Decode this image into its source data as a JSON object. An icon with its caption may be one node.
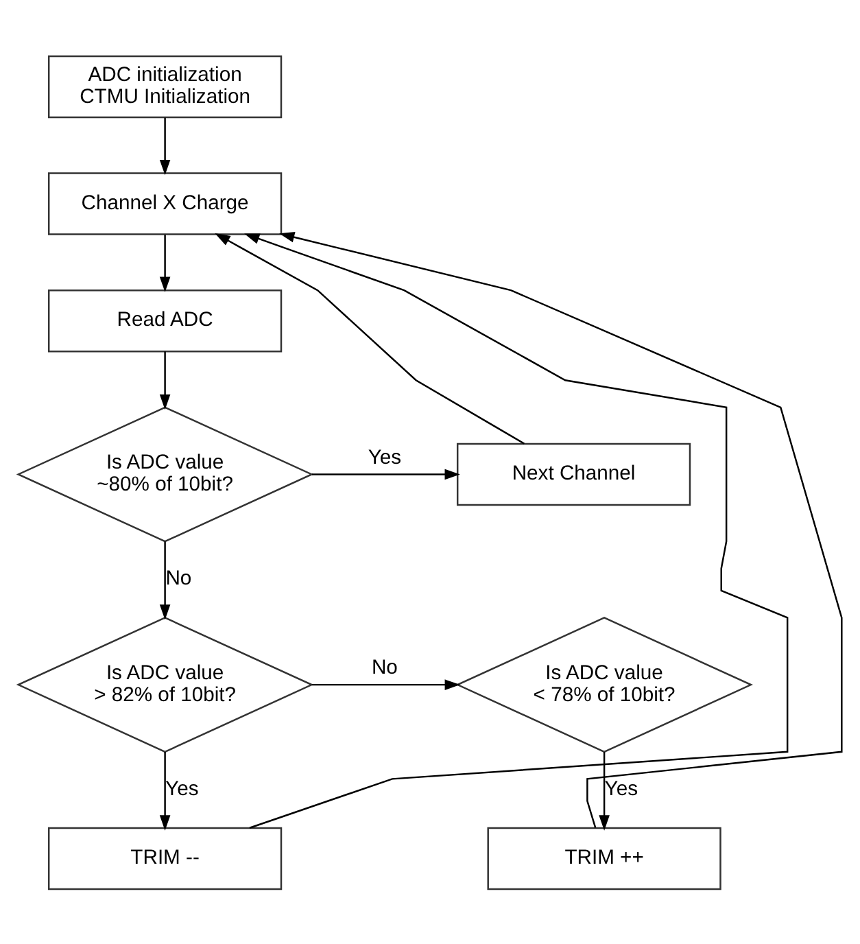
{
  "diagram": {
    "nodes": [
      {
        "text": [
          "ADC initialization CTMU Initialization"
        ]
      },
      {
        "text": [
          "Channel X Charge"
        ]
      },
      {
        "text": [
          "Read ADC"
        ]
      },
      {
        "text": [
          "Is ADC value ~80% of 10bit?"
        ]
      },
      {
        "text": [
          "Next Channel"
        ]
      },
      {
        "text": [
          "Is ADC value > 82% of 10bit?"
        ]
      },
      {
        "text": [
          "Is ADC value < 78% of 10bit?"
        ]
      },
      {
        "text": [
          "TRIM --"
        ]
      },
      {
        "text": [
          "TRIM ++"
        ]
      }
    ],
    "edges": [
      {
        "from": 0,
        "to": 1,
        "arrow": "to"
      },
      {
        "from": 1,
        "to": 2,
        "arrow": "to"
      },
      {
        "from": 2,
        "to": 3,
        "arrow": "to"
      },
      {
        "from": 3,
        "to": 4,
        "arrow": "to",
        "label": "Yes"
      },
      {
        "from": 3,
        "to": 5,
        "arrow": "to",
        "label": "No"
      },
      {
        "from": 4,
        "to": 1,
        "arrow": "to"
      },
      {
        "from": 5,
        "to": 6,
        "arrow": "to",
        "label": "No"
      },
      {
        "from": 5,
        "to": 7,
        "arrow": "to",
        "label": "Yes"
      },
      {
        "from": 6,
        "to": 8,
        "arrow": "to",
        "label": "Yes"
      },
      {
        "from": 7,
        "to": 1,
        "arrow": "to"
      },
      {
        "from": 8,
        "to": 1,
        "arrow": "to"
      }
    ]
  }
}
